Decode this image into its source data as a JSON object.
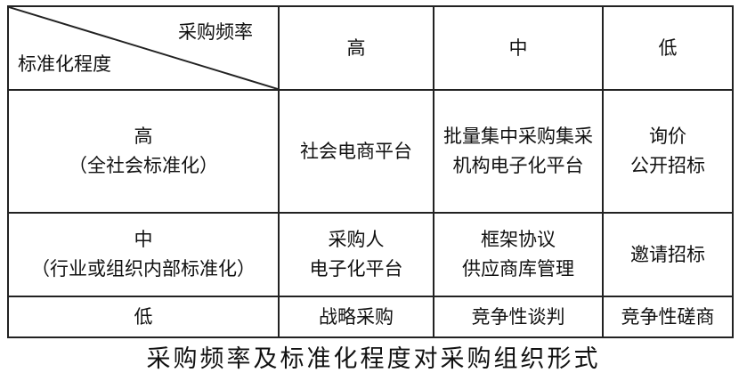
{
  "table": {
    "corner": {
      "frequency_label": "采购频率",
      "standardization_label": "标准化程度"
    },
    "column_headers": [
      "高",
      "中",
      "低"
    ],
    "rows": [
      {
        "header_lines": [
          "高",
          "（全社会标准化）"
        ],
        "cells": [
          [
            "社会电商平台"
          ],
          [
            "批量集中采购集采",
            "机构电子化平台"
          ],
          [
            "询价",
            "公开招标"
          ]
        ]
      },
      {
        "header_lines": [
          "中",
          "（行业或组织内部标准化）"
        ],
        "cells": [
          [
            "采购人",
            "电子化平台"
          ],
          [
            "框架协议",
            "供应商库管理"
          ],
          [
            "邀请招标"
          ]
        ]
      },
      {
        "header_lines": [
          "低"
        ],
        "cells": [
          [
            "战略采购"
          ],
          [
            "竞争性谈判"
          ],
          [
            "竞争性磋商"
          ]
        ]
      }
    ]
  },
  "caption": "采购频率及标准化程度对采购组织形式"
}
